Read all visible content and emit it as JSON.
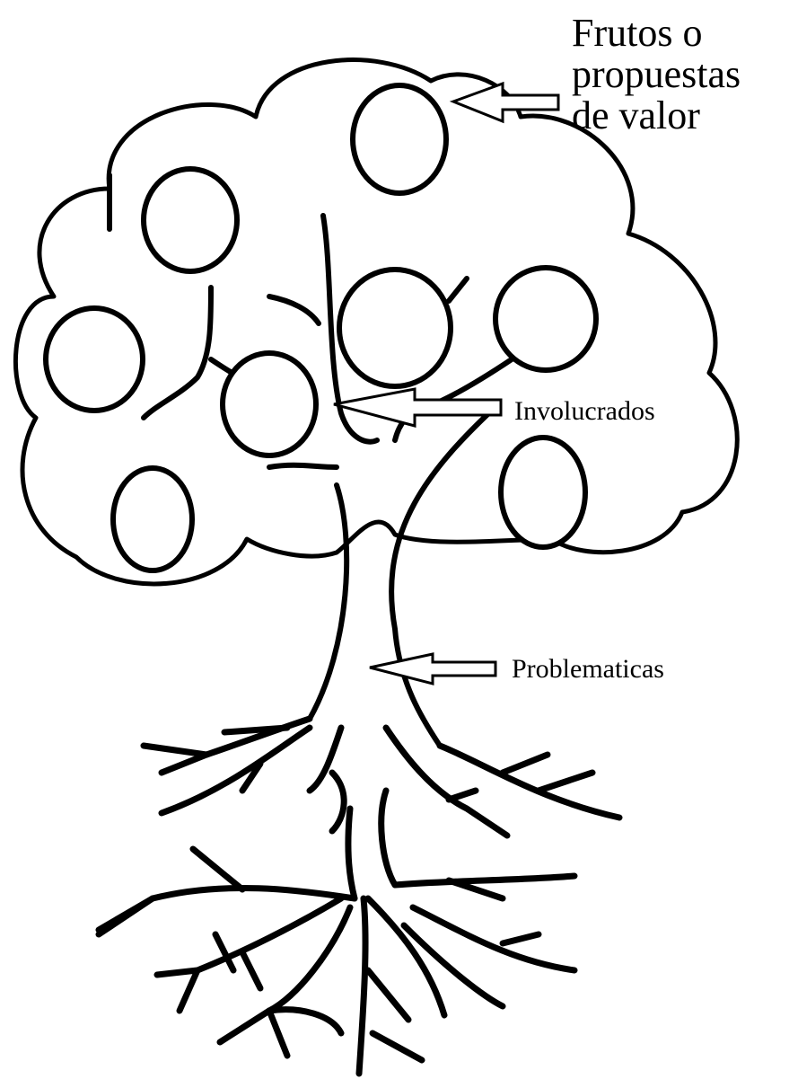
{
  "labels": {
    "fruits_line1": "Frutos o",
    "fruits_line2": "propuestas",
    "fruits_line3": "de valor",
    "stakeholders": "Involucrados",
    "problems": "Problematicas"
  },
  "colors": {
    "ink": "#000000",
    "background": "#ffffff"
  }
}
